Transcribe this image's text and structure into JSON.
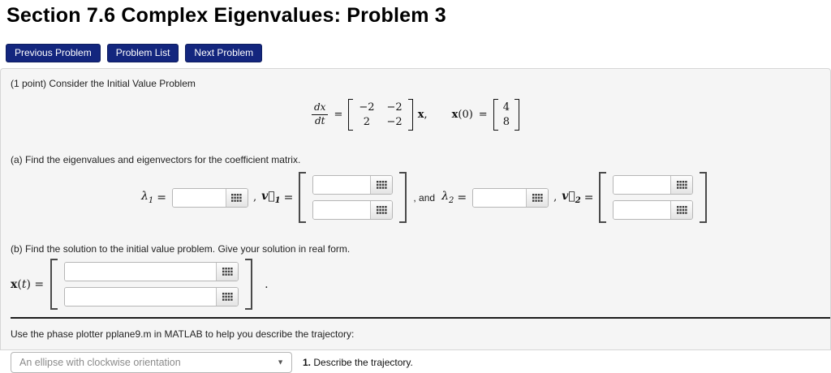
{
  "page": {
    "title": "Section 7.6 Complex Eigenvalues: Problem 3"
  },
  "nav": {
    "buttons": [
      {
        "label": "Previous Problem"
      },
      {
        "label": "Problem List"
      },
      {
        "label": "Next Problem"
      }
    ]
  },
  "problem": {
    "intro": "(1 point) Consider the Initial Value Problem",
    "equation": {
      "frac_num": "dx",
      "frac_den": "dt",
      "equals": "=",
      "matrix": {
        "rows": [
          [
            "−2",
            "−2"
          ],
          [
            "2",
            "−2"
          ]
        ]
      },
      "x_var": "x",
      "x_comma": ",",
      "ic_x": "x",
      "ic_paren": "(0)",
      "ic_equals": "=",
      "ic_vector": [
        "4",
        "8"
      ]
    },
    "part_a": {
      "prompt": "(a) Find the eigenvalues and eigenvectors for the coefficient matrix.",
      "lambda1_sym": "λ",
      "lambda1_sub": "1",
      "eq1": "=",
      "comma1": ",",
      "v1_sym": "v⃗",
      "v1_sub": "1",
      "eq2": "=",
      "comma_and": ", and",
      "lambda2_sym": "λ",
      "lambda2_sub": "2",
      "eq3": "=",
      "comma2": ",",
      "v2_sym": "v⃗",
      "v2_sub": "2",
      "eq4": "=",
      "inputs": {
        "lambda1": "",
        "v1_row1": "",
        "v1_row2": "",
        "lambda2": "",
        "v2_row1": "",
        "v2_row2": ""
      }
    },
    "part_b": {
      "prompt": "(b) Find the solution to the initial value problem. Give your solution in real form.",
      "xt_x": "x",
      "xt_open": "(",
      "xt_t": "t",
      "xt_close": ")",
      "xt_equals": " =",
      "period": ".",
      "inputs": {
        "row1": "",
        "row2": ""
      }
    },
    "phase": {
      "instruction": "Use the phase plotter pplane9.m in MATLAB to help you describe the trajectory:",
      "dropdown_value": "An ellipse with clockwise orientation",
      "question_number": "1.",
      "question_text": " Describe the trajectory."
    }
  },
  "icons": {
    "keypad": "keypad-grid",
    "dropdown_arrow": "▼"
  },
  "colors": {
    "button_bg": "#13267e",
    "panel_bg": "#f5f5f5",
    "divider": "#1c1c1c"
  }
}
